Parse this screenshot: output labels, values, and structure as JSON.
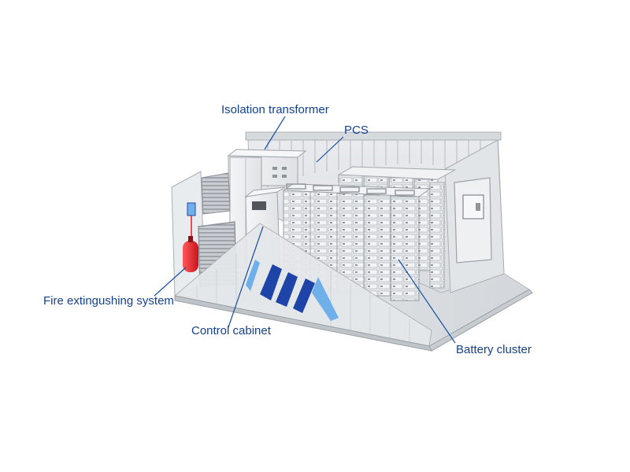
{
  "callouts": {
    "isolation_transformer": "Isolation transformer",
    "pcs": "PCS",
    "fire_extinguishing": "Fire extingushing system",
    "control_cabinet": "Control cabinet",
    "battery_cluster": "Battery cluster"
  },
  "colors": {
    "label_text": "#14418c",
    "leader_line": "#1a4fa0",
    "accent_dark": "#1f44a8",
    "accent_light": "#6fb0ea",
    "extinguisher": "#e8262e"
  }
}
